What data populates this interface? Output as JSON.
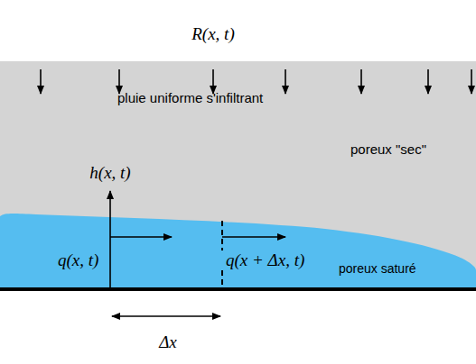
{
  "diagram": {
    "nodes": [
      {
        "text": [
          "pluie uniforme s'infiltrant",
          "poreux \"sec\""
        ]
      },
      {
        "text": [
          "poreux saturé"
        ],
        "in": 0
      }
    ],
    "labels": [
      "R(x, t)",
      "h(x, t)",
      "q(x, t)",
      "q(x + Δx, t)",
      "Δx"
    ]
  }
}
